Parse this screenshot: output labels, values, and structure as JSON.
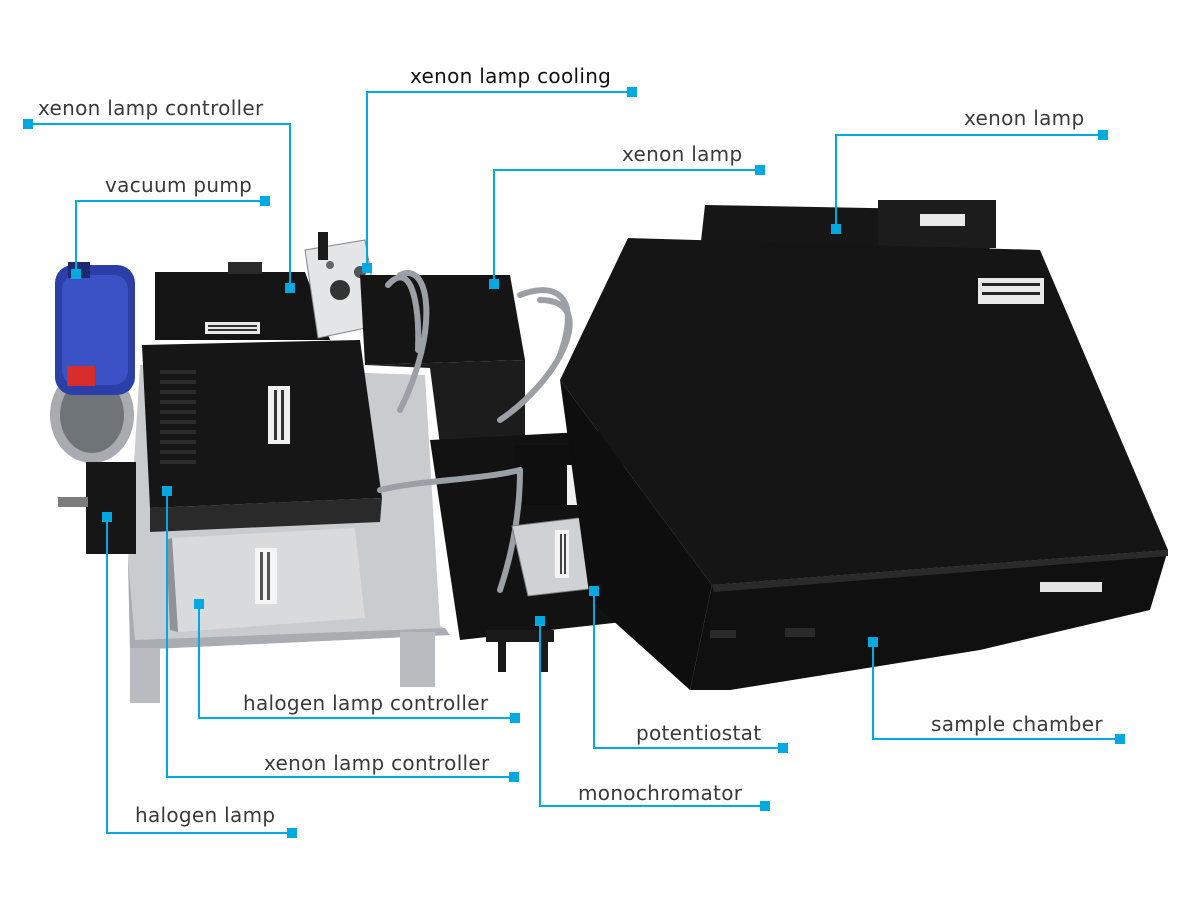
{
  "accent_color": "#00a9e0",
  "labels": {
    "xenon_lamp_cooling": "xenon lamp cooling",
    "xenon_lamp_controller_top": "xenon lamp controller",
    "vacuum_pump": "vacuum pump",
    "xenon_lamp_left": "xenon lamp",
    "xenon_lamp_right": "xenon lamp",
    "halogen_lamp_controller": "halogen lamp controller",
    "xenon_lamp_controller_bottom": "xenon lamp controller",
    "halogen_lamp": "halogen lamp",
    "potentiostat": "potentiostat",
    "monochromator": "monochromator",
    "sample_chamber": "sample chamber"
  }
}
